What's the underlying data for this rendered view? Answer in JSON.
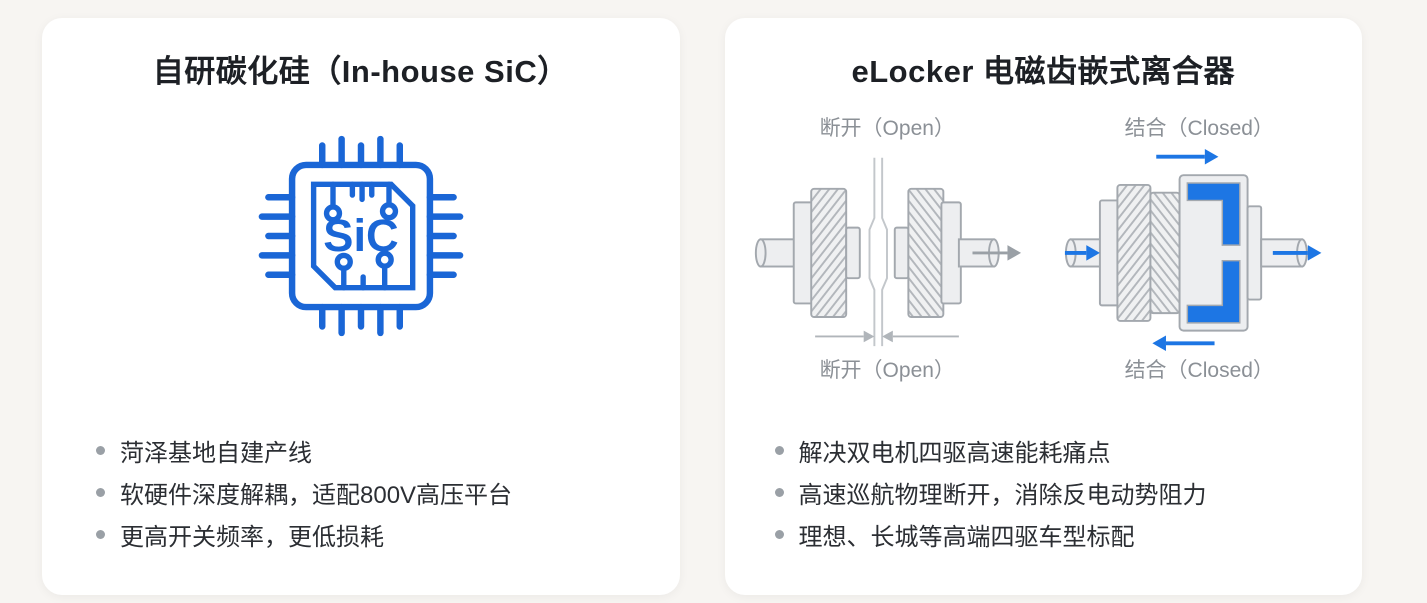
{
  "page": {
    "background": "#f7f5f2",
    "card_background": "#ffffff"
  },
  "colors": {
    "accent_blue": "#1a66d6",
    "arrow_blue": "#1d76e4",
    "diagram_stroke_gray": "#a3a8ae",
    "diagram_fill_gray": "#edeef0",
    "hatch_gray": "#b3b7bc",
    "label_gray": "#8b9096",
    "bullet_dot_gray": "#9aa0a6",
    "title_text": "#1d2025",
    "body_text": "#2b2e33"
  },
  "left_card": {
    "title": "自研碳化硅（In-house SiC）",
    "chip_icon": {
      "name": "sic-chip-icon",
      "label": "SiC"
    },
    "bullets": [
      "菏泽基地自建产线",
      "软硬件深度解耦，适配800V高压平台",
      "更高开关频率，更低损耗"
    ]
  },
  "right_card": {
    "title": "eLocker 电磁齿嵌式离合器",
    "open_diagram": {
      "top_label": "断开（Open）",
      "bottom_label": "断开（Open）"
    },
    "closed_diagram": {
      "top_label": "结合（Closed）",
      "bottom_label": "结合（Closed）"
    },
    "bullets": [
      "解决双电机四驱高速能耗痛点",
      "高速巡航物理断开，消除反电动势阻力",
      "理想、长城等高端四驱车型标配"
    ]
  }
}
